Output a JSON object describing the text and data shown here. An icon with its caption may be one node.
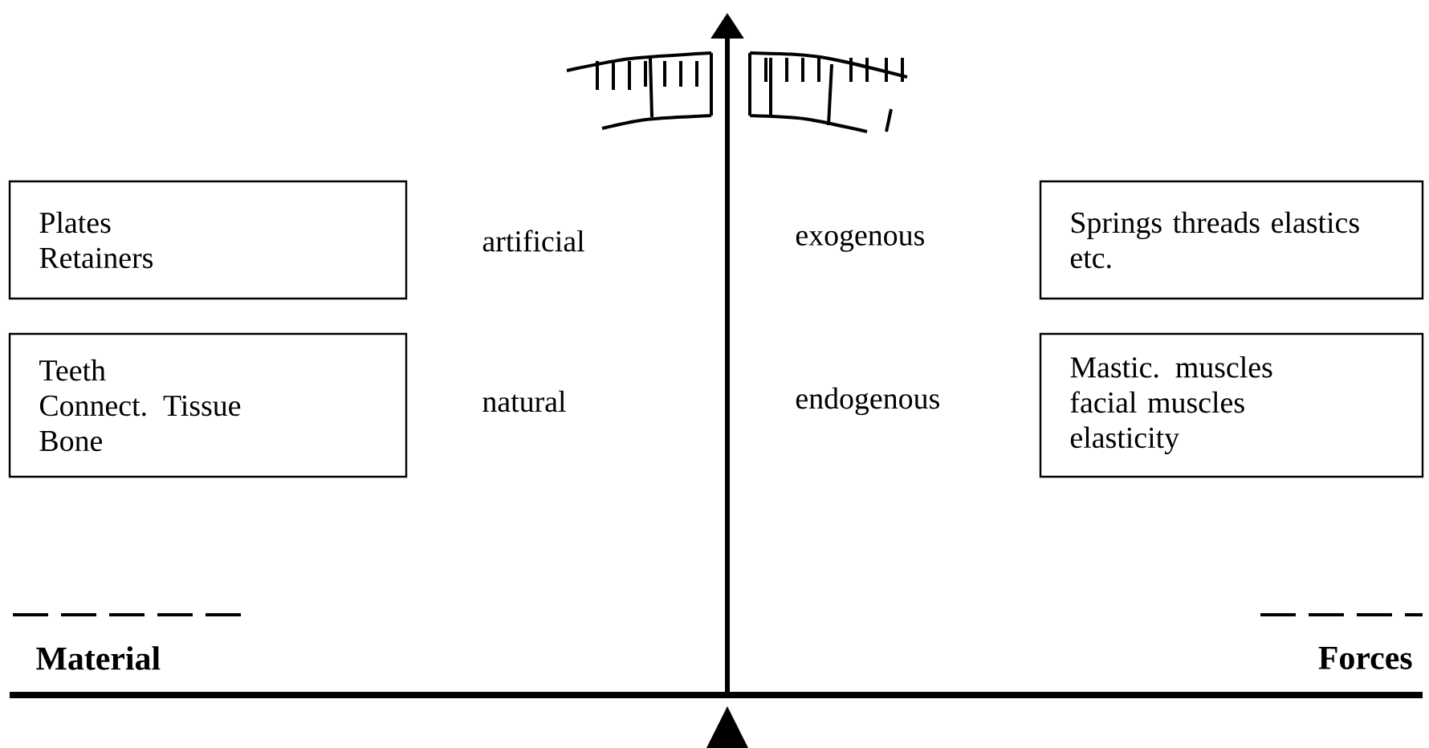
{
  "diagram": {
    "nodes": [
      {
        "text": [
          "Plates",
          "Retainers"
        ]
      },
      {
        "text": [
          "Teeth",
          "Connect. Tissue",
          "Bone"
        ]
      },
      {
        "text": [
          "Springs threads elastics etc."
        ]
      },
      {
        "text": [
          "Mastic. muscles facial muscles elasticity"
        ]
      }
    ],
    "labels": [
      "artificial",
      "exogenous",
      "natural",
      "endogenous",
      "Material",
      "Forces"
    ]
  }
}
